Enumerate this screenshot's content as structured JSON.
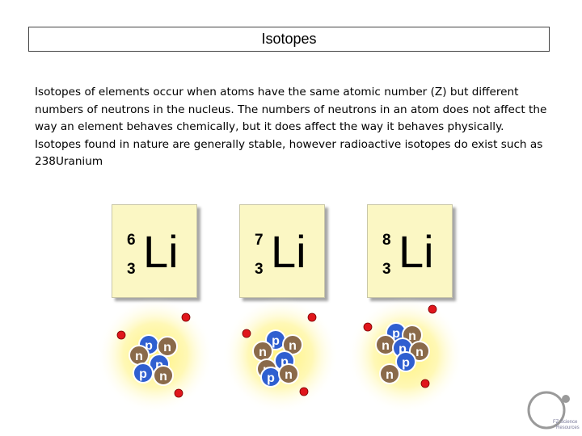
{
  "slide": {
    "title": "Isotopes",
    "paragraphs": [
      "Isotopes of elements occur when atoms have the same atomic number (Z) but different numbers of neutrons in the nucleus. The numbers of neutrons in an atom does not affect the way an element behaves chemically, but it does affect the way it behaves physically.",
      "Isotopes found in nature are generally stable, however radioactive isotopes do exist such as 238Uranium"
    ]
  },
  "isotopes": [
    {
      "mass_number": "6",
      "atomic_number": "3",
      "symbol": "Li"
    },
    {
      "mass_number": "7",
      "atomic_number": "3",
      "symbol": "Li"
    },
    {
      "mass_number": "8",
      "atomic_number": "3",
      "symbol": "Li"
    }
  ],
  "particle_labels": {
    "proton": "p",
    "neutron": "n"
  },
  "colors": {
    "card_fill": "#fbf7c4",
    "proton": "#2f5fd0",
    "neutron": "#8a6a4a",
    "electron": "#e0161c",
    "glow": "#fff27a"
  },
  "logo": {
    "text_line1": "FZ Science",
    "text_line2": "Resources"
  }
}
